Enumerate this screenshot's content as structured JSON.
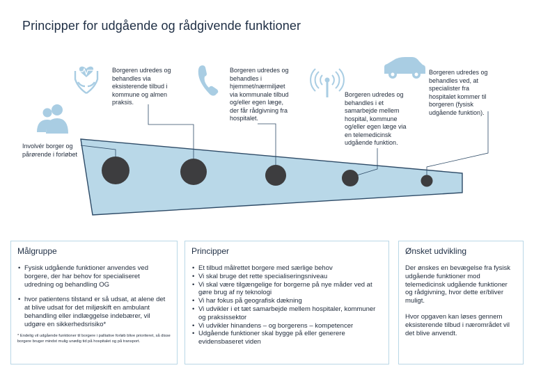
{
  "title": "Principper for udgående og rådgivende funktioner",
  "diagram": {
    "captions": {
      "c0": "Involvér borger og pårørende i forløbet",
      "c1": "Borgeren udredes og behandles via eksisterende tilbud i kommune og almen praksis.",
      "c2": "Borgeren udredes og behandles i hjemmet/nærmiljøet via kommunale tilbud og/eller egen læge, der får rådgivning fra hospitalet.",
      "c3": "Borgeren udredes og behandles i et samarbejde mellem hospital, kommune og/eller egen læge via en telemedicinsk udgående funktion.",
      "c4": "Borgeren udredes og behandles ved, at specialister fra hospitalet kommer til borgeren (fysisk udgående funktion)."
    },
    "icons": [
      "people-icon",
      "hands-heart-icon",
      "phone-icon",
      "antenna-icon",
      "car-icon"
    ],
    "colors": {
      "wedge_fill": "#b9d8e8",
      "wedge_stroke": "#2d4a66",
      "circle": "#3d3d3f",
      "icon": "#a9cde3"
    }
  },
  "boxes": {
    "malgruppe": {
      "title": "Målgruppe",
      "items": [
        "Fysisk udgående funktioner anvendes ved borgere, der har behov for specialiseret udredning og behandling OG",
        "hvor patientens tilstand er så udsat, at alene det at blive udsat for det miljøskift en ambulant behandling eller indlæggelse indebærer, vil udgøre en sikkerhedsrisiko*"
      ],
      "footnote": "* Endelig vil udgående funktioner til borgere i palliative forløb blive prioriteret, så disse borgere bruger mindst mulig unødig tid på hospitalet og på transport."
    },
    "principper": {
      "title": "Principper",
      "items": [
        "Et tilbud målrettet borgere med særlige behov",
        "Vi skal bruge det rette specialiseringsniveau",
        "Vi skal være tilgængelige for borgerne på nye måder ved at gøre brug af ny teknologi",
        "Vi har fokus på geografisk dækning",
        "Vi udvikler i et tæt samarbejde mellem hospitaler, kommuner og praksissektor",
        "Vi udvikler hinandens – og borgerens – kompetencer",
        "Udgående funktioner skal bygge på eller generere evidensbaseret viden"
      ]
    },
    "onsket": {
      "title": "Ønsket udvikling",
      "p1": "Der ønskes en bevægelse fra fysisk udgående funktioner mod telemedicinsk udgående funktioner og rådgivning, hvor dette er/bliver muligt.",
      "p2": "Hvor opgaven kan løses gennem eksisterende tilbud i nærområdet vil det blive anvendt."
    }
  }
}
